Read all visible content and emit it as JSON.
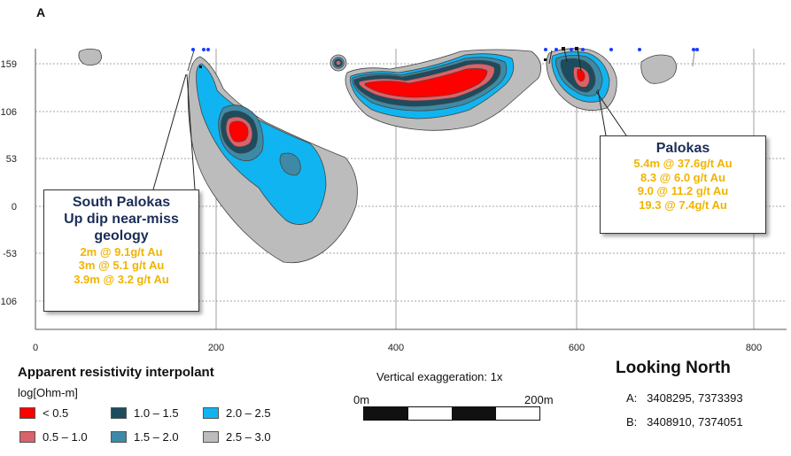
{
  "panel_label": "A",
  "axes": {
    "x_ticks": [
      "0",
      "200",
      "400",
      "600",
      "800"
    ],
    "y_ticks": [
      "159",
      "106",
      "53",
      "0",
      "-53",
      "-106"
    ]
  },
  "callouts": {
    "south": {
      "title_lines": [
        "South Palokas",
        "Up dip near-miss",
        "geology"
      ],
      "results": [
        "2m @ 9.1g/t Au",
        "3m @ 5.1 g/t Au",
        "3.9m @ 3.2 g/t Au"
      ]
    },
    "palokas": {
      "title_lines": [
        "Palokas"
      ],
      "results": [
        "5.4m @ 37.6g/t Au",
        "8.3 @ 6.0 g/t Au",
        "9.0 @ 11.2 g/t Au",
        "19.3 @ 7.4g/t Au"
      ]
    }
  },
  "legend": {
    "title": "Apparent resistivity interpolant",
    "unit": "log[Ohm-m]",
    "items": [
      {
        "label": "< 0.5",
        "color": "#ff0000"
      },
      {
        "label": "1.0 – 1.5",
        "color": "#1d4c5e"
      },
      {
        "label": "2.0 – 2.5",
        "color": "#10b4f0"
      },
      {
        "label": "0.5 – 1.0",
        "color": "#d9636a"
      },
      {
        "label": "1.5 – 2.0",
        "color": "#3e8aa6"
      },
      {
        "label": "2.5 – 3.0",
        "color": "#bcbcbc"
      }
    ]
  },
  "scale": {
    "exaggeration": "Vertical exaggeration: 1x",
    "start_label": "0m",
    "end_label": "200m"
  },
  "orientation": "Looking North",
  "coordinates": [
    {
      "label": "A:",
      "value": "3408295, 7373393"
    },
    {
      "label": "B:",
      "value": "3408910, 7374051"
    }
  ]
}
